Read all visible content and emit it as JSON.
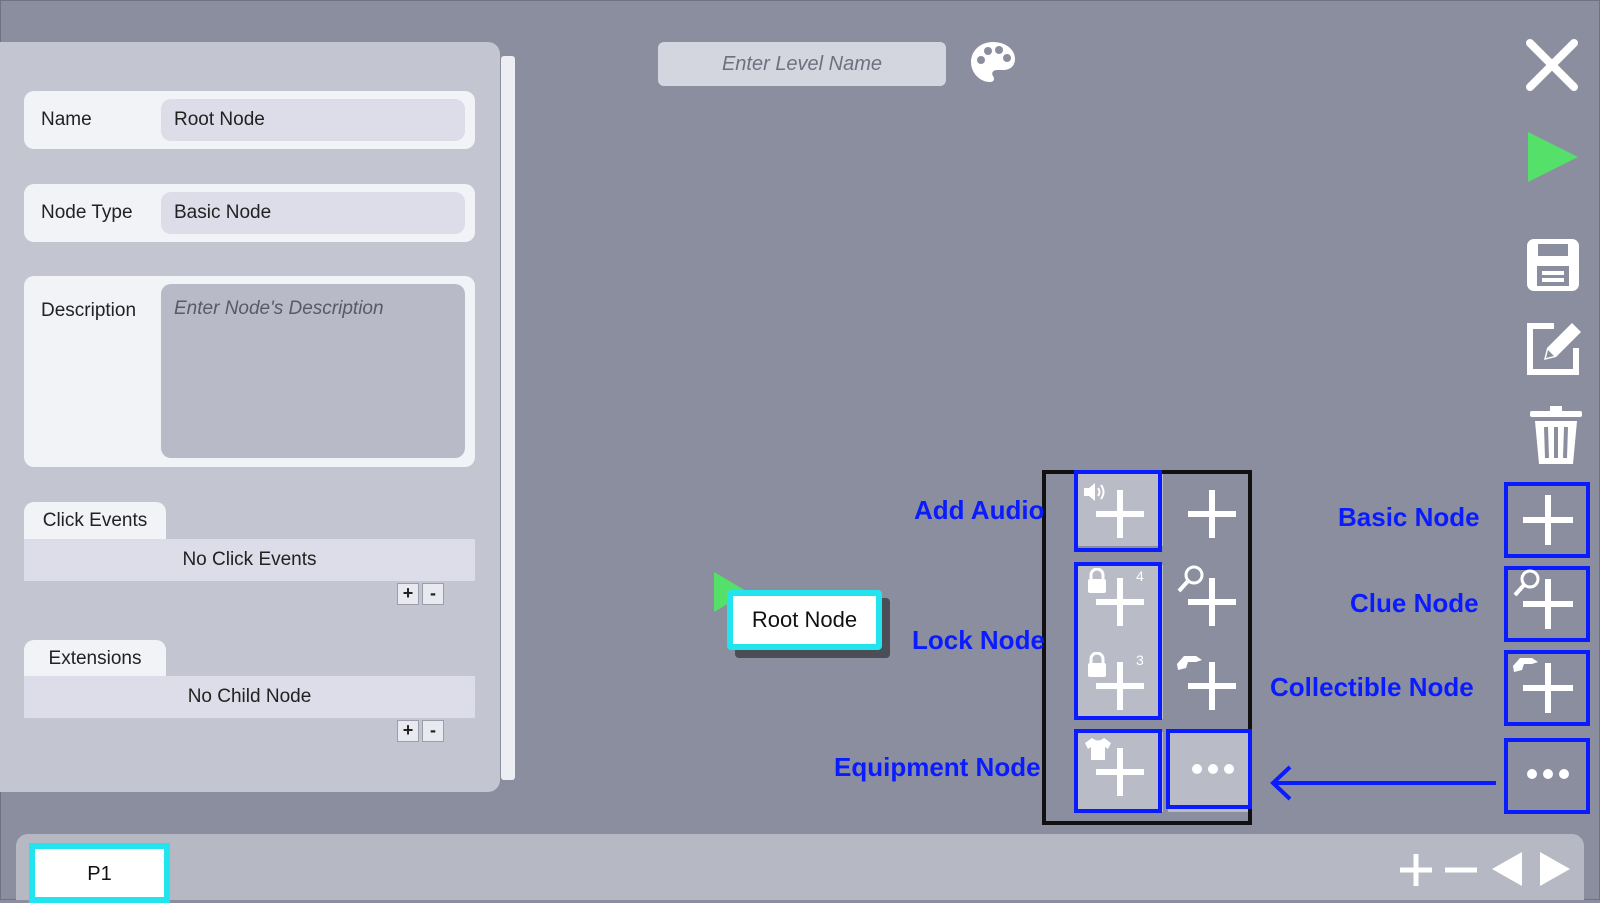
{
  "level": {
    "placeholder": "Enter Level Name",
    "palette_icon": "palette-icon"
  },
  "panel": {
    "name": {
      "label": "Name",
      "value": "Root Node"
    },
    "node_type": {
      "label": "Node Type",
      "value": "Basic Node"
    },
    "description": {
      "label": "Description",
      "placeholder": "Enter Node's Description"
    },
    "click_events": {
      "tab": "Click Events",
      "empty": "No Click Events",
      "add": "+",
      "remove": "-"
    },
    "extensions": {
      "tab": "Extensions",
      "empty": "No Child Node",
      "add": "+",
      "remove": "-"
    }
  },
  "canvas": {
    "root_node_label": "Root Node"
  },
  "toolbar": {
    "icons": [
      "close-icon",
      "play-icon",
      "save-icon",
      "edit-icon",
      "trash-icon"
    ]
  },
  "annotations": {
    "add_audio": "Add Audio",
    "lock_node": "Lock Node",
    "equipment_node": "Equipment Node",
    "basic_node": "Basic Node",
    "clue_node": "Clue Node",
    "collectible_node": "Collectible Node"
  },
  "lock_badges": {
    "first": "4",
    "second": "3"
  },
  "pages": {
    "current": "P1"
  },
  "colors": {
    "accent_cyan": "#22e4ef",
    "play_green": "#55e06a",
    "annotation_blue": "#0a1bff"
  }
}
